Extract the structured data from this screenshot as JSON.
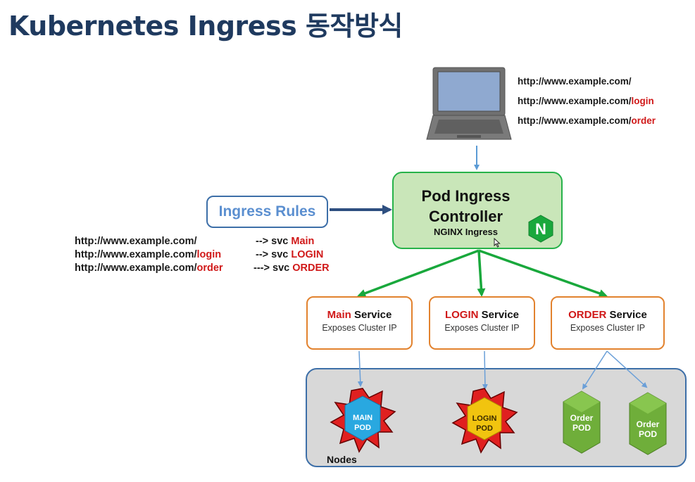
{
  "title": "Kubernetes Ingress 동작방식",
  "client_urls": [
    {
      "base": "http://www.example.com/",
      "path": ""
    },
    {
      "base": "http://www.example.com/",
      "path": "login"
    },
    {
      "base": "http://www.example.com/",
      "path": "order"
    }
  ],
  "ingress_rules": {
    "label": "Ingress Rules",
    "rules": [
      {
        "base": "http://www.example.com/",
        "path": "",
        "arrow": "-->",
        "svc_prefix": "svc",
        "svc": "Main"
      },
      {
        "base": "http://www.example.com/",
        "path": "login",
        "arrow": "-->",
        "svc_prefix": "svc",
        "svc": "LOGIN"
      },
      {
        "base": "http://www.example.com/",
        "path": "order",
        "arrow": "--->",
        "svc_prefix": "svc",
        "svc": "ORDER"
      }
    ]
  },
  "controller": {
    "title_line1": "Pod Ingress",
    "title_line2": "Controller",
    "subtitle": "NGINX Ingress",
    "logo_letter": "N"
  },
  "services": [
    {
      "name": "Main",
      "suffix": "Service",
      "desc": "Exposes Cluster IP"
    },
    {
      "name": "LOGIN",
      "suffix": "Service",
      "desc": "Exposes Cluster IP"
    },
    {
      "name": "ORDER",
      "suffix": "Service",
      "desc": "Exposes Cluster IP"
    }
  ],
  "pods": [
    {
      "line1": "MAIN",
      "line2": "POD"
    },
    {
      "line1": "LOGIN",
      "line2": "POD"
    },
    {
      "line1": "Order",
      "line2": "POD"
    },
    {
      "line1": "Order",
      "line2": "POD"
    }
  ],
  "nodes_label": "Nodes",
  "colors": {
    "title": "#1f3a5f",
    "path_red": "#d01818",
    "controller_fill": "#c9e6b9",
    "controller_border": "#27b24a",
    "green_arrow": "#19a83c",
    "service_border": "#e2822e",
    "nodes_fill": "#d8d8d8",
    "nodes_border": "#3d6fa8",
    "rules_text": "#5b8fd0"
  }
}
